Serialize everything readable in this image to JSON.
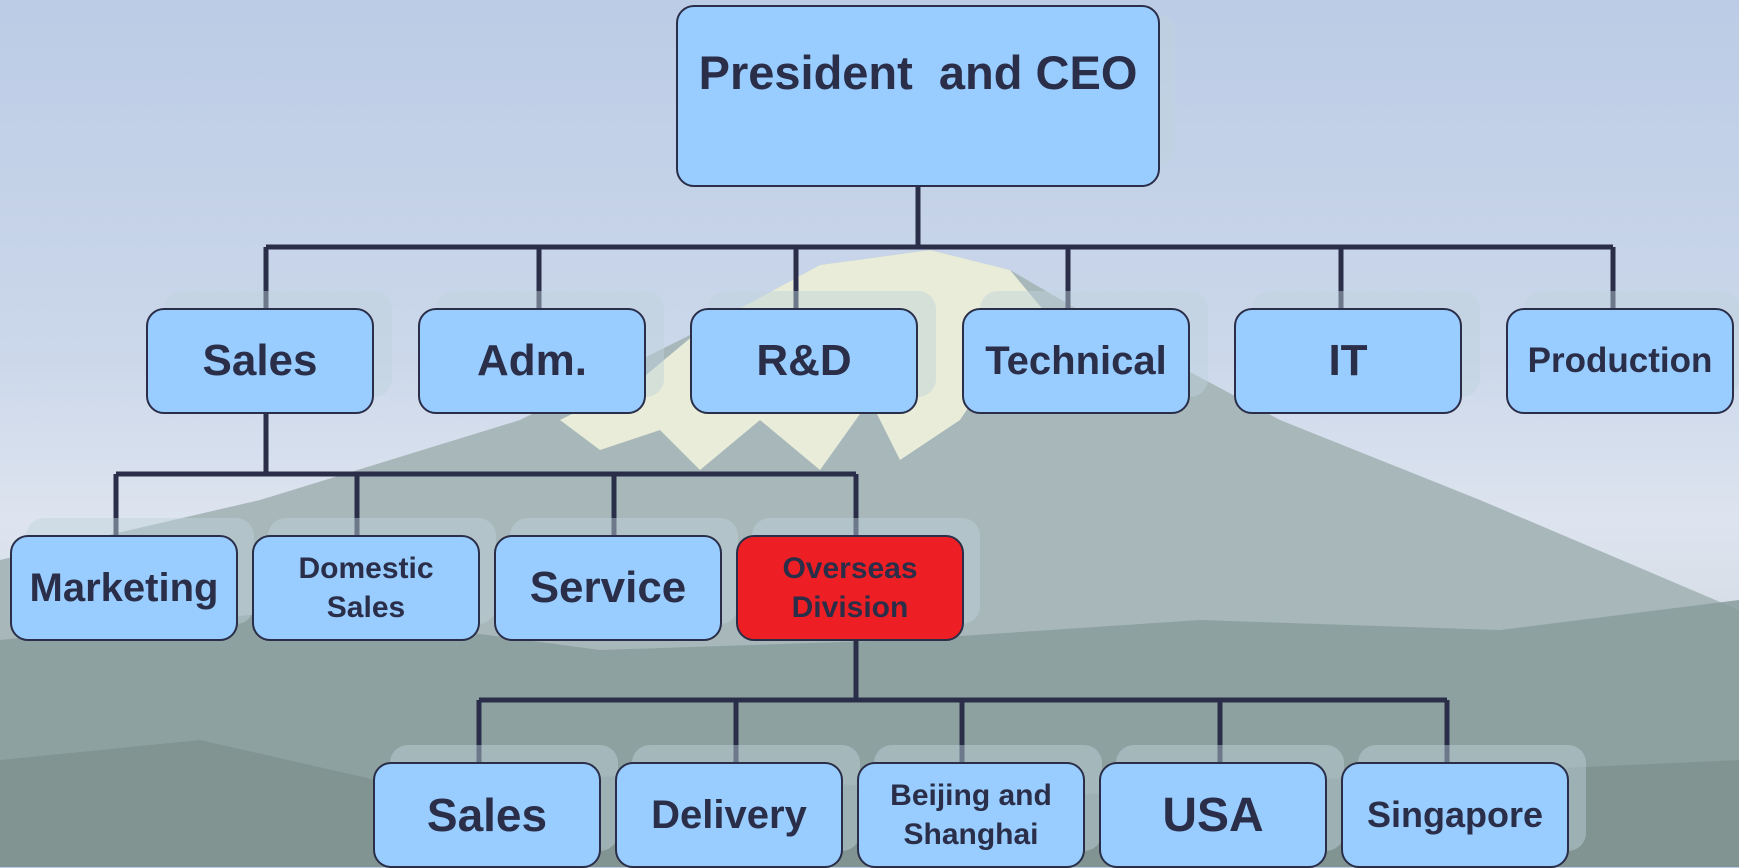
{
  "colors": {
    "node_fill": "#99ccff",
    "node_border": "#2a2e48",
    "text": "#2a2e48",
    "highlight_fill": "#ee1f24",
    "connector": "#2a2e48"
  },
  "background_icon": "mountain-snowcap",
  "org": {
    "ceo": {
      "label": "President  and CEO"
    },
    "departments": [
      {
        "id": "sales",
        "label": "Sales"
      },
      {
        "id": "adm",
        "label": "Adm."
      },
      {
        "id": "rnd",
        "label": "R&D"
      },
      {
        "id": "technical",
        "label": "Technical"
      },
      {
        "id": "it",
        "label": "IT"
      },
      {
        "id": "production",
        "label": "Production"
      }
    ],
    "sales_units": [
      {
        "id": "marketing",
        "label": "Marketing"
      },
      {
        "id": "domestic-sales",
        "label": "Domestic Sales"
      },
      {
        "id": "service",
        "label": "Service"
      },
      {
        "id": "overseas-division",
        "label": "Overseas Division",
        "highlighted": true
      }
    ],
    "overseas_units": [
      {
        "id": "overseas-sales",
        "label": "Sales"
      },
      {
        "id": "delivery",
        "label": "Delivery"
      },
      {
        "id": "beijing-shanghai",
        "label": "Beijing and Shanghai"
      },
      {
        "id": "usa",
        "label": "USA"
      },
      {
        "id": "singapore",
        "label": "Singapore"
      }
    ]
  }
}
